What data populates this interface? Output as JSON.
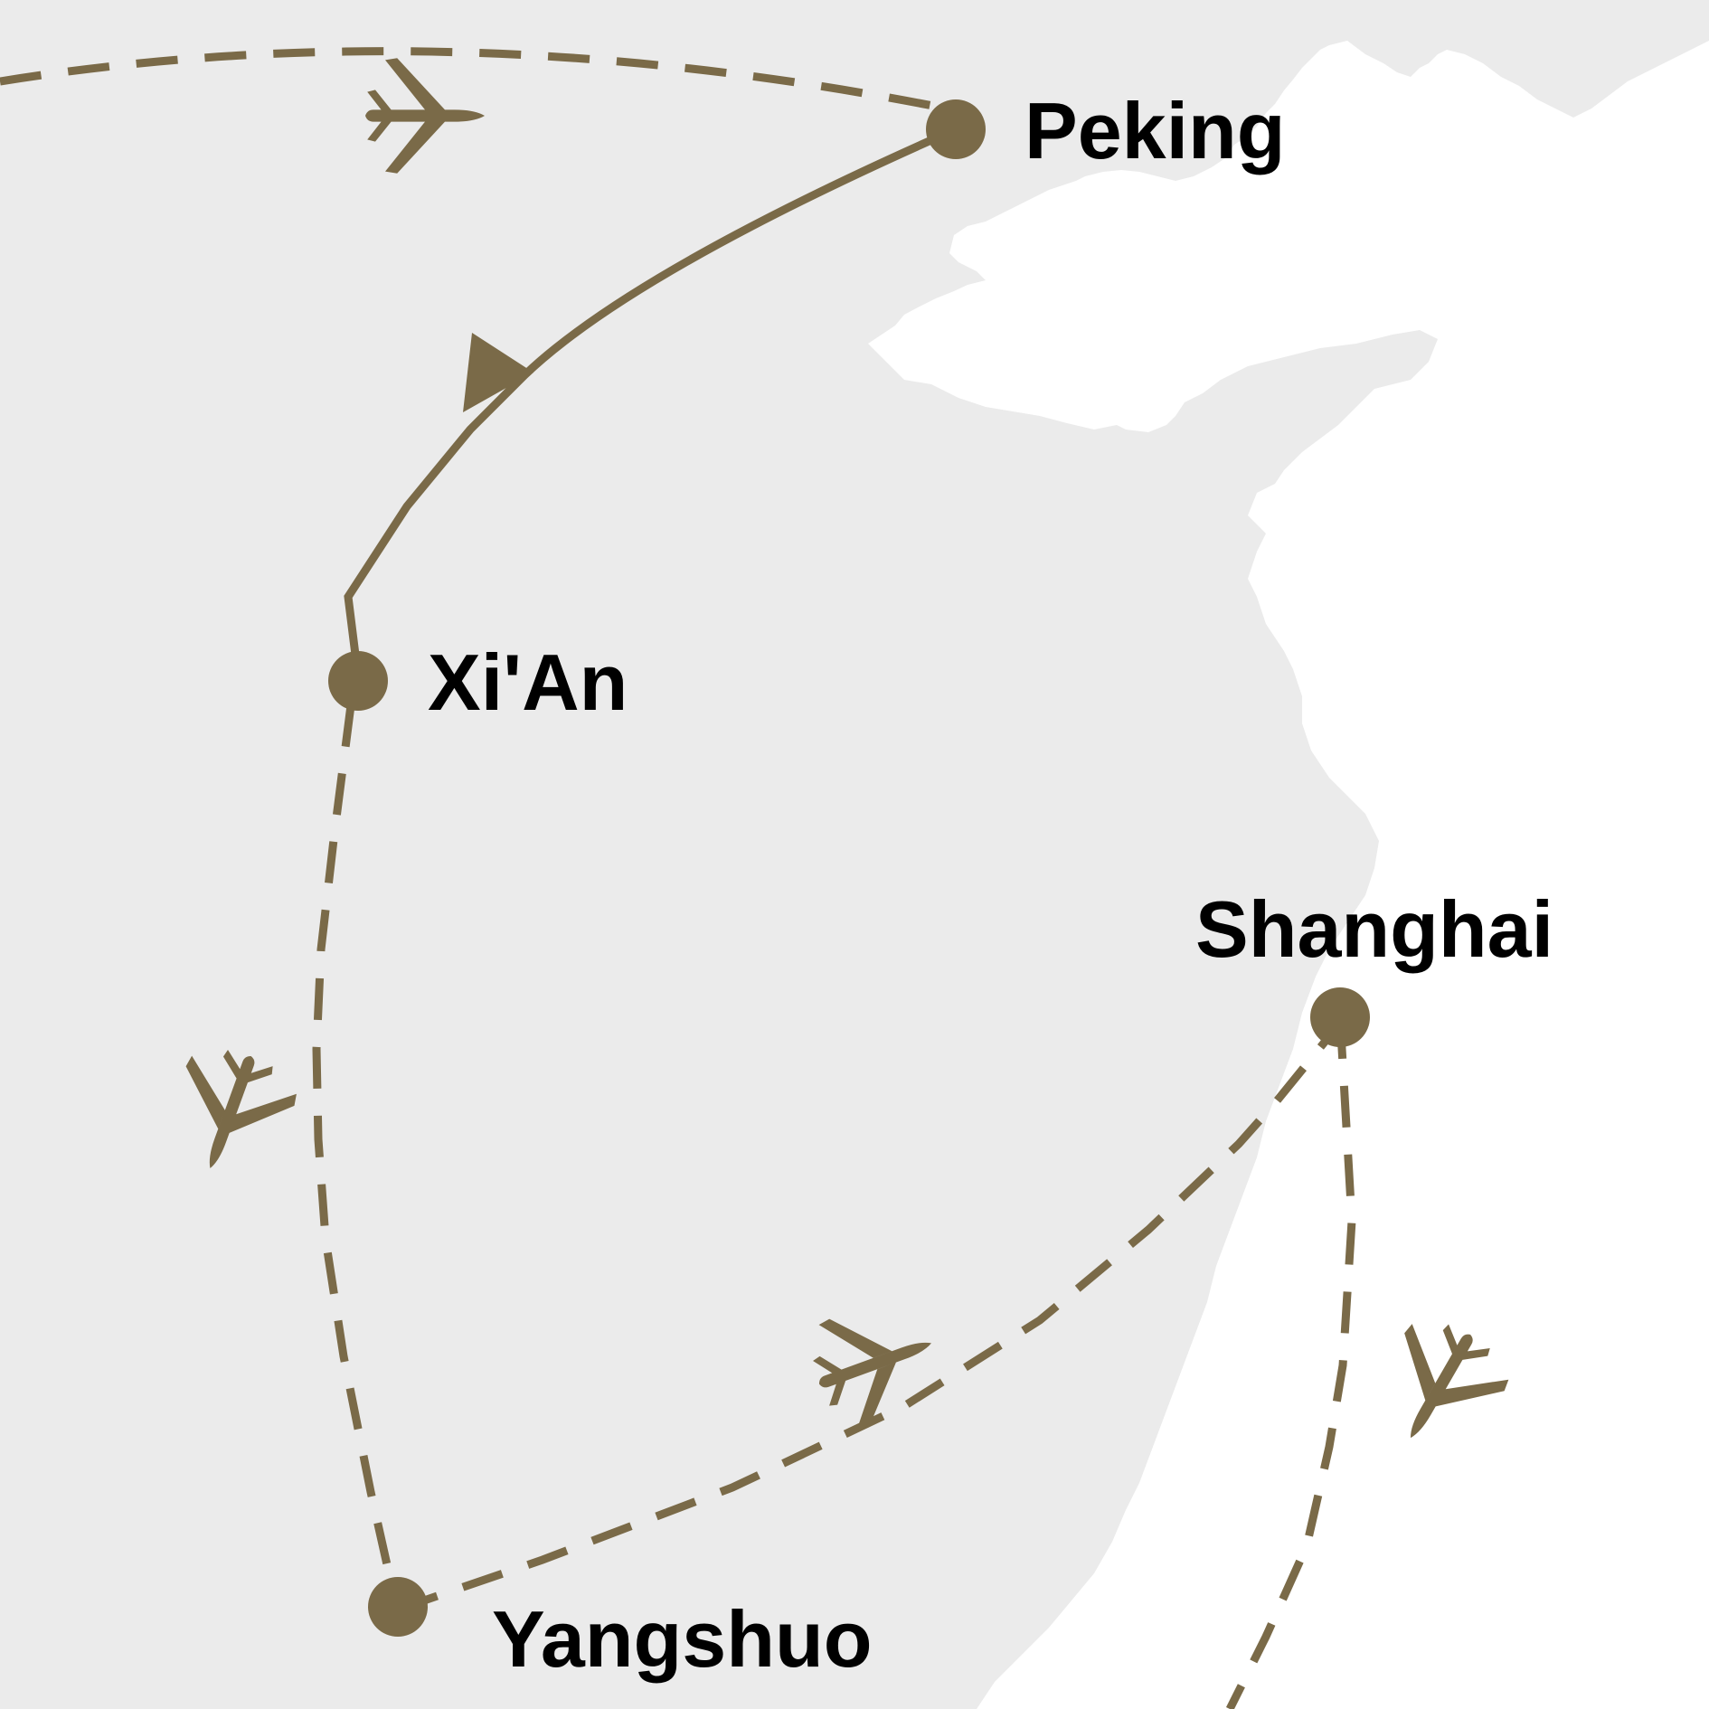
{
  "cities": {
    "peking": "Peking",
    "xian": "Xi'An",
    "shanghai": "Shanghai",
    "yangshuo": "Yangshuo"
  },
  "colors": {
    "sea": "#ebebeb",
    "land": "#ffffff",
    "route": "#7a6a48",
    "label": "#000000"
  },
  "icons": [
    "airplane-icon",
    "direction-arrow-icon",
    "city-marker"
  ]
}
